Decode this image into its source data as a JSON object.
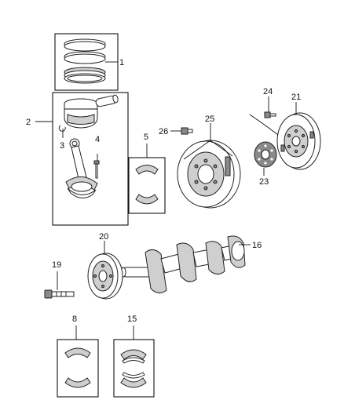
{
  "callouts": {
    "c1": "1",
    "c2": "2",
    "c3": "3",
    "c4": "4",
    "c5": "5",
    "c8": "8",
    "c15": "15",
    "c16": "16",
    "c19": "19",
    "c20": "20",
    "c21": "21",
    "c23": "23",
    "c24": "24",
    "c25": "25",
    "c26": "26"
  },
  "icons": {
    "rings": "piston-rings-icon",
    "piston": "piston-icon",
    "rod": "connecting-rod-icon",
    "flywheel": "flywheel-icon",
    "flexplate": "flex-plate-icon",
    "crank": "crankshaft-icon",
    "damper": "vibration-damper-icon"
  }
}
